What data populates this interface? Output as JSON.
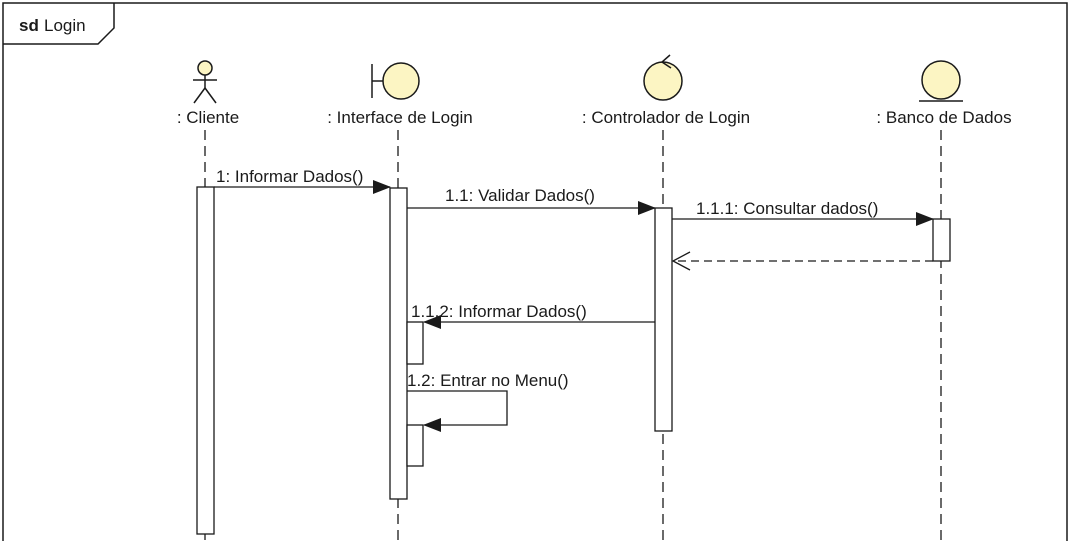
{
  "frame": {
    "keyword": "sd",
    "name": "Login"
  },
  "lifelines": [
    {
      "id": "cliente",
      "kind": "actor",
      "label": ": Cliente"
    },
    {
      "id": "interface",
      "kind": "boundary",
      "label": ": Interface de Login"
    },
    {
      "id": "controlador",
      "kind": "control",
      "label": ": Controlador de Login"
    },
    {
      "id": "banco",
      "kind": "entity",
      "label": ": Banco de Dados"
    }
  ],
  "messages": [
    {
      "id": "m1",
      "label": "1: Informar Dados()",
      "from": "cliente",
      "to": "interface",
      "type": "sync"
    },
    {
      "id": "m2",
      "label": "1.1: Validar Dados()",
      "from": "interface",
      "to": "controlador",
      "type": "sync"
    },
    {
      "id": "m3",
      "label": "1.1.1: Consultar dados()",
      "from": "controlador",
      "to": "banco",
      "type": "sync"
    },
    {
      "id": "m4",
      "label": "",
      "from": "banco",
      "to": "controlador",
      "type": "reply"
    },
    {
      "id": "m5",
      "label": "1.1.2: Informar Dados()",
      "from": "controlador",
      "to": "interface",
      "type": "sync"
    },
    {
      "id": "m6",
      "label": "1.2: Entrar no Menu()",
      "from": "interface",
      "to": "interface",
      "type": "self"
    }
  ],
  "colors": {
    "line": "#1a1a1a",
    "symbol_fill": "#fcf5c3",
    "background": "#ffffff"
  }
}
